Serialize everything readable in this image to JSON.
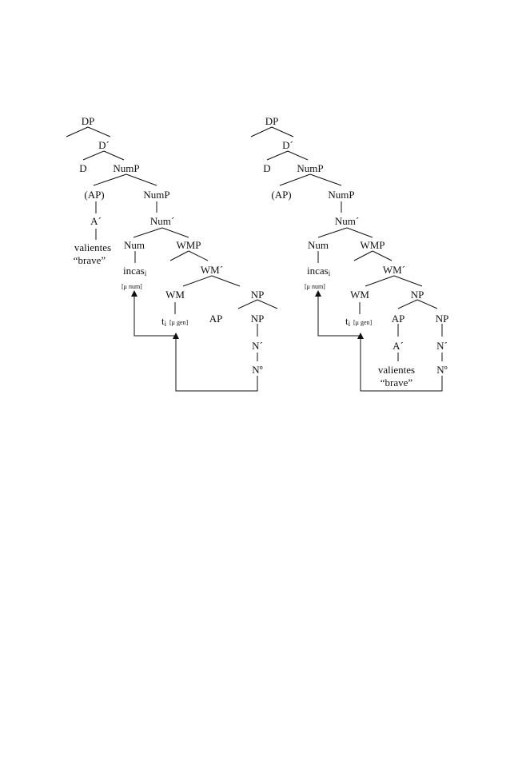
{
  "trees": [
    {
      "labels": {
        "dp": "DP",
        "dbar": "D´",
        "d": "D",
        "nump1": "NumP",
        "ap": "(AP)",
        "nump2": "NumP",
        "abar": "A´",
        "numbar": "Num´",
        "valientes": "valientes",
        "brave": "“brave”",
        "num": "Num",
        "wmp": "WMP",
        "incas": "incas",
        "incas_sub": "i",
        "wmbar": "WM´",
        "feat_num": "[μ num]",
        "wm": "WM",
        "np1": "NP",
        "trace": "t",
        "trace_sub": "i",
        "feat_gen": "[μ gen]",
        "ap2": "AP",
        "np2": "NP",
        "nbar": "N´",
        "n0": "Nº"
      }
    },
    {
      "labels": {
        "dp": "DP",
        "dbar": "D´",
        "d": "D",
        "nump1": "NumP",
        "ap": "(AP)",
        "nump2": "NumP",
        "numbar": "Num´",
        "num": "Num",
        "wmp": "WMP",
        "incas": "incas",
        "incas_sub": "i",
        "wmbar": "WM´",
        "feat_num": "[μ num]",
        "wm": "WM",
        "np1": "NP",
        "trace": "t",
        "trace_sub": "i",
        "feat_gen": "[μ gen]",
        "ap2": "AP",
        "np2": "NP",
        "abar": "A´",
        "nbar": "N´",
        "valientes": "valientes",
        "n0": "Nº",
        "brave": "“brave”"
      }
    }
  ]
}
